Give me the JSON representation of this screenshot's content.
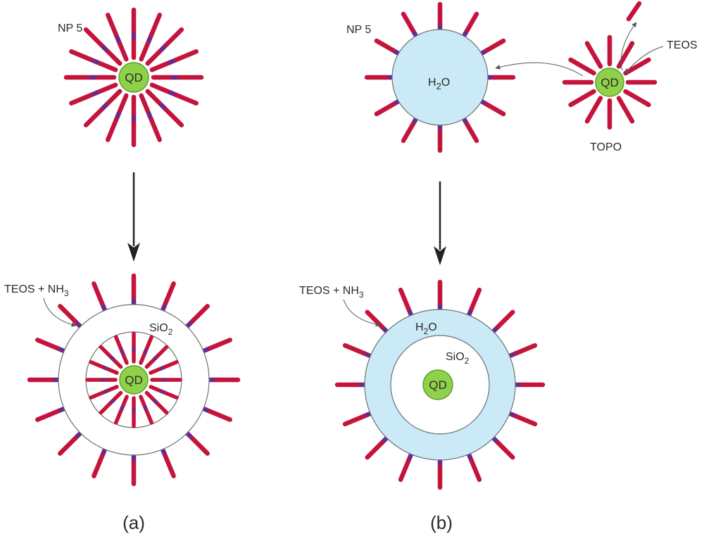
{
  "colors": {
    "ligand_tail": "#c4143c",
    "ligand_head": "#6a2a8c",
    "qd_fill": "#8fd14a",
    "qd_edge": "#5aa12a",
    "water_fill": "#c9eaf6",
    "circle_stroke": "#707070",
    "arrow": "#222222",
    "text": "#2b2b2b"
  },
  "panel_a": {
    "caption": "(a)",
    "top": {
      "np_label": "NP 5",
      "qd_label": "QD"
    },
    "bottom": {
      "reagent_label": {
        "text": "TEOS + NH",
        "sub": "3"
      },
      "shell_label": {
        "text": "SiO",
        "sub": "2"
      },
      "qd_label": "QD"
    }
  },
  "panel_b": {
    "caption": "(b)",
    "top": {
      "np_label": "NP 5",
      "core_label": {
        "text": "H",
        "sub": "2",
        "after": "O"
      },
      "side_qd_label": "QD",
      "teos_label": "TEOS",
      "topo_label": "TOPO"
    },
    "bottom": {
      "reagent_label": {
        "text": "TEOS + NH",
        "sub": "3"
      },
      "water_label": {
        "text": "H",
        "sub": "2",
        "after": "O"
      },
      "shell_label": {
        "text": "SiO",
        "sub": "2"
      },
      "qd_label": "QD"
    }
  }
}
